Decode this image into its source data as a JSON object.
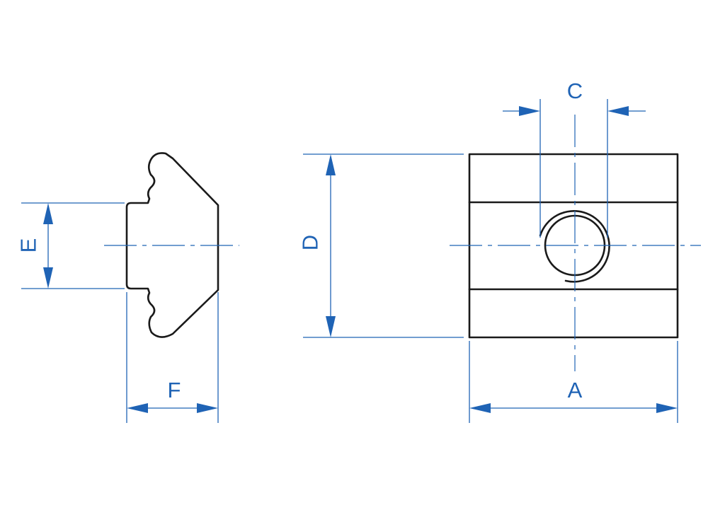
{
  "labels": {
    "a": "A",
    "c": "C",
    "d": "D",
    "e": "E",
    "f": "F"
  },
  "colors": {
    "dimension": "#1f63b5",
    "outline": "#1a1a1a"
  }
}
